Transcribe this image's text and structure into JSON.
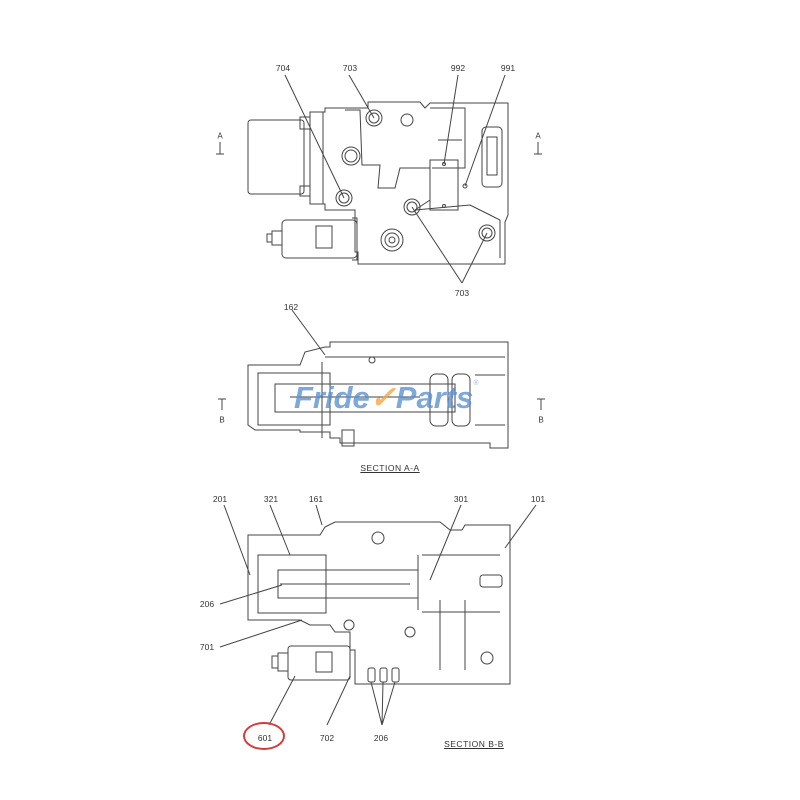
{
  "diagram": {
    "type": "exploded-parts-drawing",
    "views": [
      {
        "id": "top-view",
        "title": ""
      },
      {
        "id": "section-a-a",
        "title": "SECTION  A-A"
      },
      {
        "id": "section-b-b",
        "title": "SECTION  B-B"
      }
    ],
    "section_markers": {
      "a_left": "A",
      "a_right": "A",
      "b_left": "B",
      "b_right": "B"
    },
    "top_view_labels": {
      "p704": "704",
      "p703_top": "703",
      "p992": "992",
      "p991": "991",
      "p703_bottom": "703"
    },
    "section_a_labels": {
      "p162": "162"
    },
    "section_b_labels": {
      "p201": "201",
      "p321": "321",
      "p161": "161",
      "p301": "301",
      "p101": "101",
      "p206_left": "206",
      "p701": "701",
      "p601": "601",
      "p702": "702",
      "p206_bottom": "206"
    },
    "highlight": {
      "part": "601",
      "color": "#d33b3b",
      "shape": "ellipse"
    },
    "watermark": {
      "text_left": "Fride",
      "tick": "✓",
      "text_right": "Parts",
      "registered": "®",
      "color": "#5b8fd0",
      "accent": "#f0a742"
    }
  }
}
